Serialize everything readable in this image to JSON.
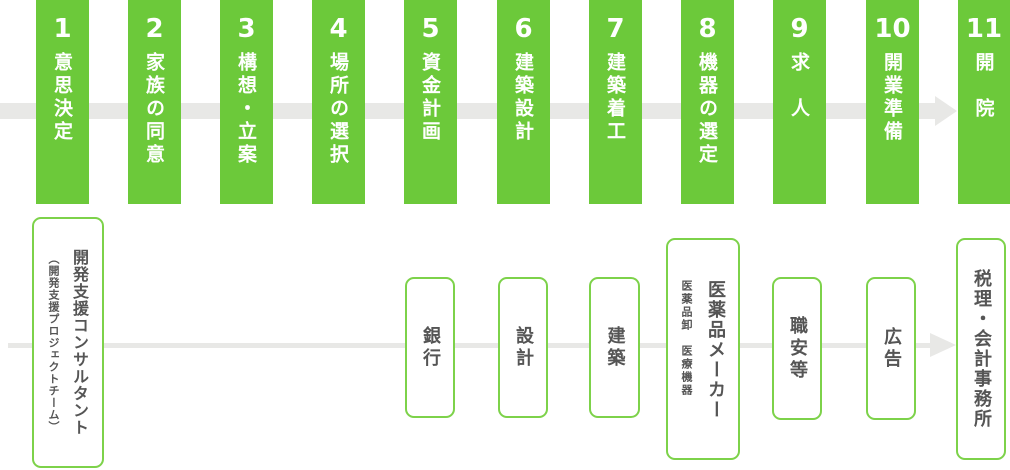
{
  "steps": [
    {
      "num": "1",
      "label": "意思決定"
    },
    {
      "num": "2",
      "label": "家族の同意"
    },
    {
      "num": "3",
      "label": "構想・立案"
    },
    {
      "num": "4",
      "label": "場所の選択"
    },
    {
      "num": "5",
      "label": "資金計画"
    },
    {
      "num": "6",
      "label": "建築設計"
    },
    {
      "num": "7",
      "label": "建築着工"
    },
    {
      "num": "8",
      "label": "機器の選定"
    },
    {
      "num": "9",
      "label": "求　人"
    },
    {
      "num": "10",
      "label": "開業準備"
    },
    {
      "num": "11",
      "label": "開　院"
    }
  ],
  "partners": [
    {
      "main": "開発支援コンサルタント",
      "sub": "（開発支援プロジェクトチーム）"
    },
    {
      "main": "銀行"
    },
    {
      "main": "設計"
    },
    {
      "main": "建築"
    },
    {
      "main": "医薬品メーカー",
      "sub": "医薬品卸　医療機器"
    },
    {
      "main": "職安等"
    },
    {
      "main": "広告"
    },
    {
      "main": "税理・会計事務所"
    }
  ],
  "colors": {
    "green": "#6cc93a",
    "border": "#7dd24a",
    "arrow": "#e8e8e6",
    "text": "#555555"
  }
}
